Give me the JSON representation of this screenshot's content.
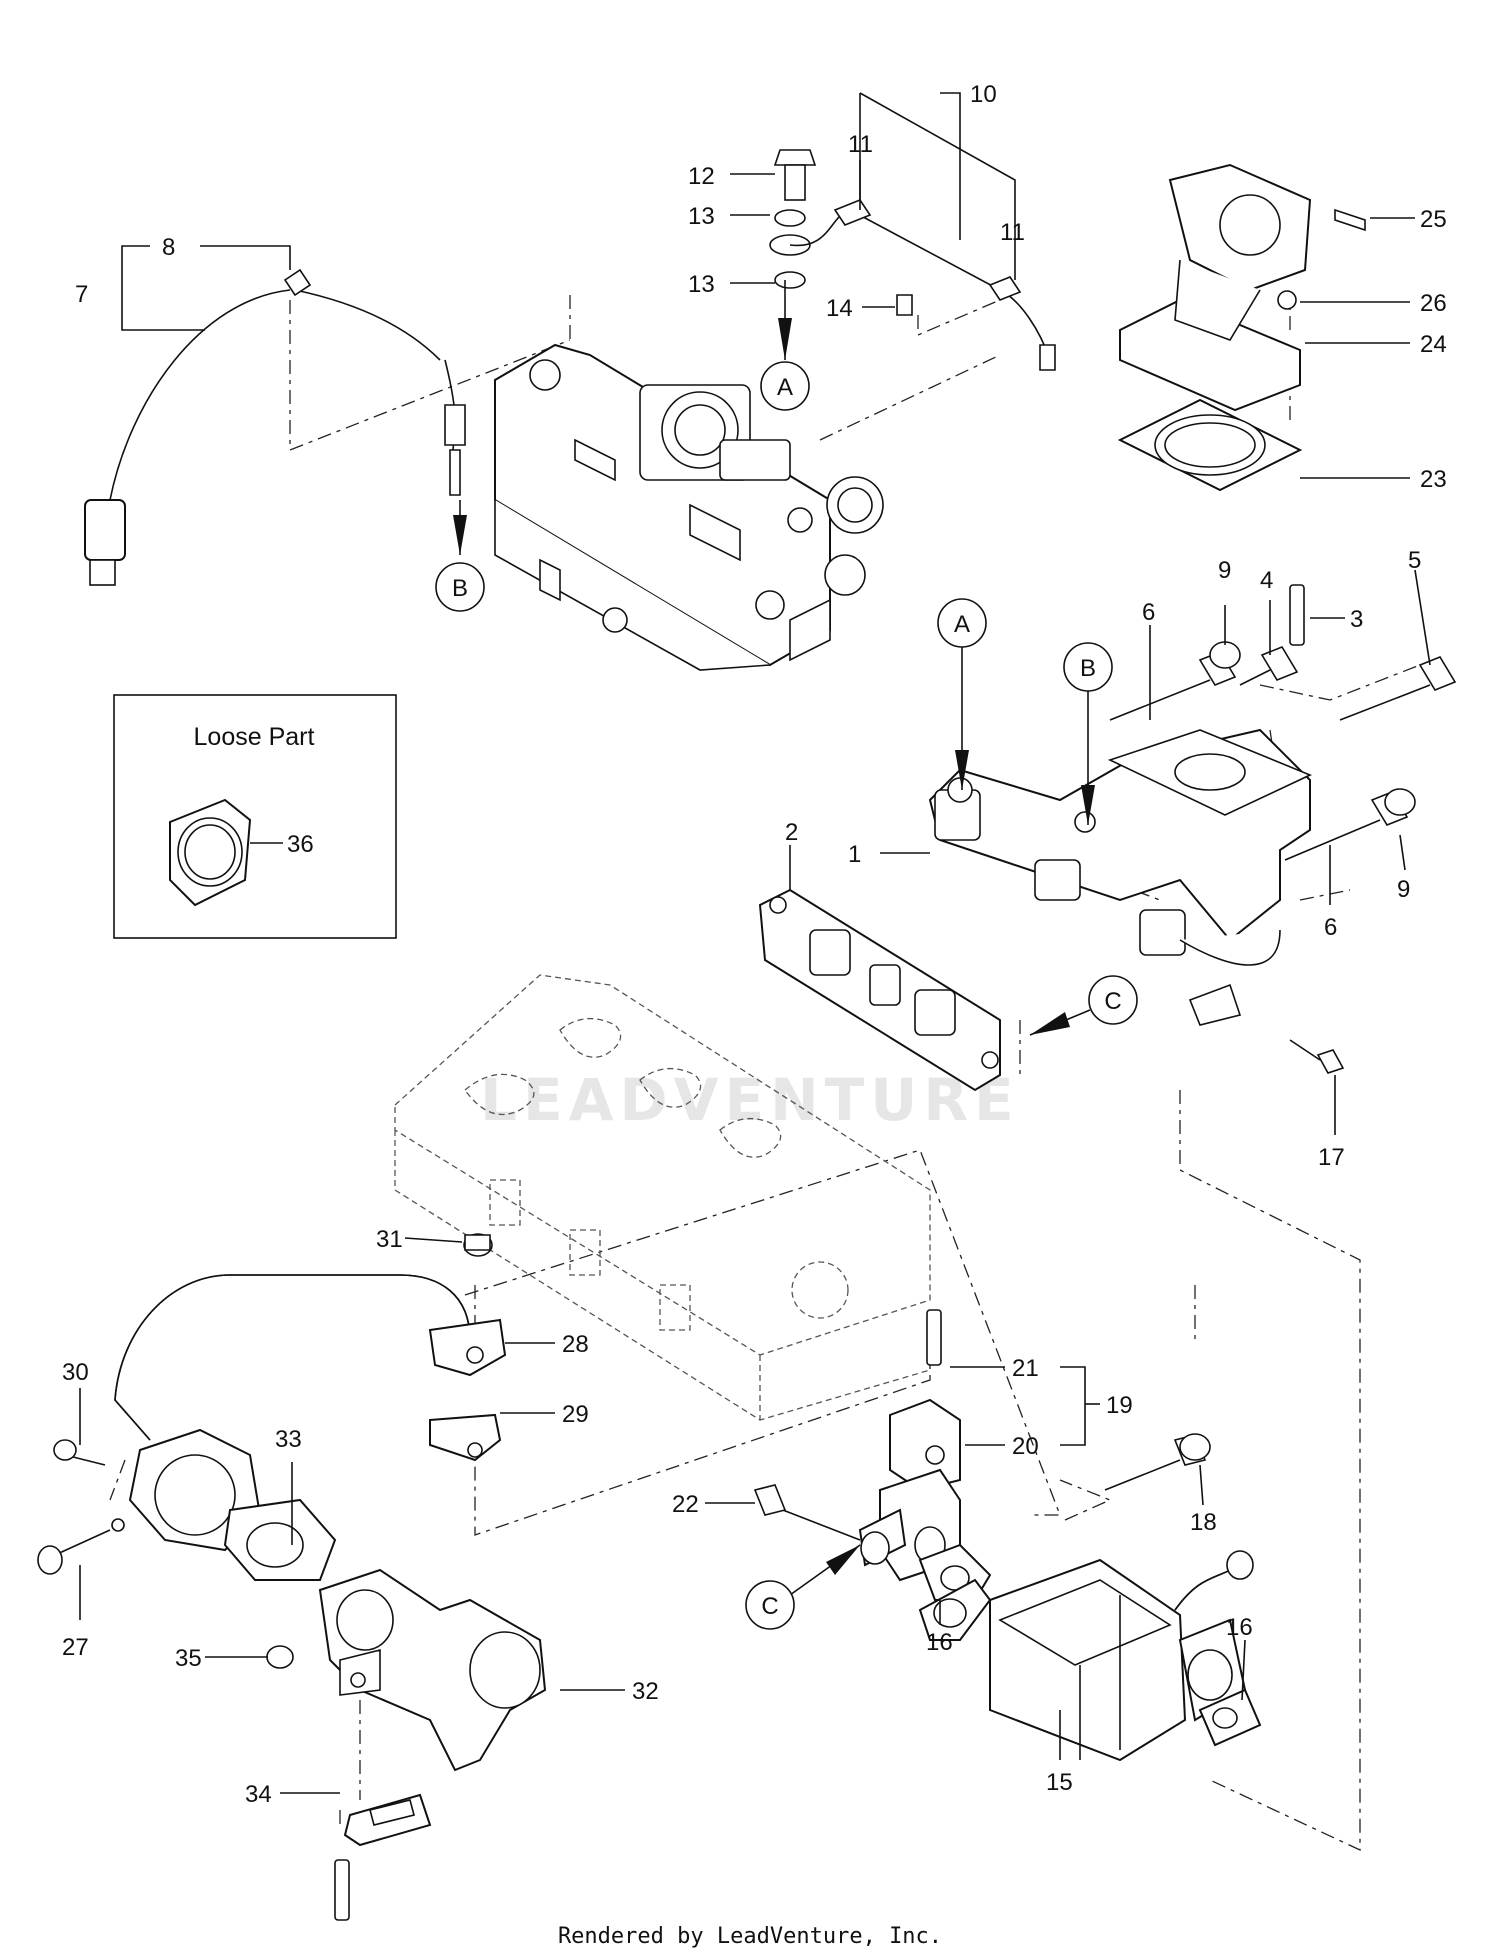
{
  "loose_part": {
    "title": "Loose Part",
    "callout": "36"
  },
  "footer": {
    "credit": "Rendered by LeadVenture, Inc."
  },
  "watermark": {
    "text": "LEADVENTURE"
  },
  "ref_letters": {
    "a": "A",
    "b": "B",
    "c": "C"
  },
  "callouts": {
    "c1": "1",
    "c2": "2",
    "c3": "3",
    "c4": "4",
    "c5": "5",
    "c6": "6",
    "c7": "7",
    "c8": "8",
    "c9": "9",
    "c10": "10",
    "c11": "11",
    "c12": "12",
    "c13": "13",
    "c14": "14",
    "c15": "15",
    "c16": "16",
    "c17": "17",
    "c18": "18",
    "c19": "19",
    "c20": "20",
    "c21": "21",
    "c22": "22",
    "c23": "23",
    "c24": "24",
    "c25": "25",
    "c26": "26",
    "c27": "27",
    "c28": "28",
    "c29": "29",
    "c30": "30",
    "c31": "31",
    "c32": "32",
    "c33": "33",
    "c34": "34",
    "c35": "35"
  }
}
